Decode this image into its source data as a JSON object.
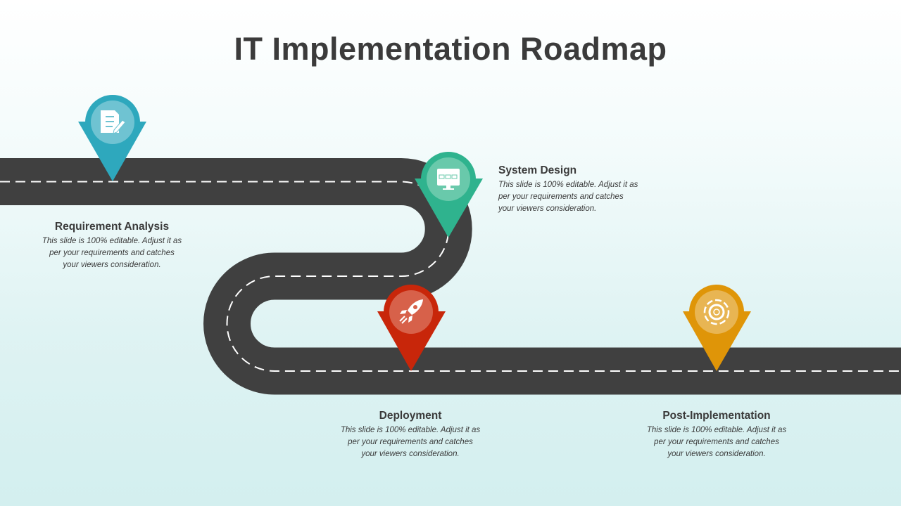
{
  "title": "IT Implementation Roadmap",
  "colors": {
    "road": "#404040",
    "teal": "#2ea8bd",
    "green": "#2fb38e",
    "red": "#c8260a",
    "orange": "#df9508"
  },
  "steps": [
    {
      "heading": "Requirement Analysis",
      "text": "This slide is 100% editable. Adjust it as per your requirements and catches your viewers consideration.",
      "icon": "checklist-icon"
    },
    {
      "heading": "System Design",
      "text": "This slide is 100% editable. Adjust it as per your requirements and catches your viewers consideration.",
      "icon": "monitor-icon"
    },
    {
      "heading": "Deployment",
      "text": "This slide is 100% editable. Adjust it as per your requirements and catches your viewers consideration.",
      "icon": "rocket-icon"
    },
    {
      "heading": "Post-Implementation",
      "text": "This slide is 100% editable. Adjust it as per your requirements and catches your viewers consideration.",
      "icon": "gear-cycle-icon"
    }
  ]
}
